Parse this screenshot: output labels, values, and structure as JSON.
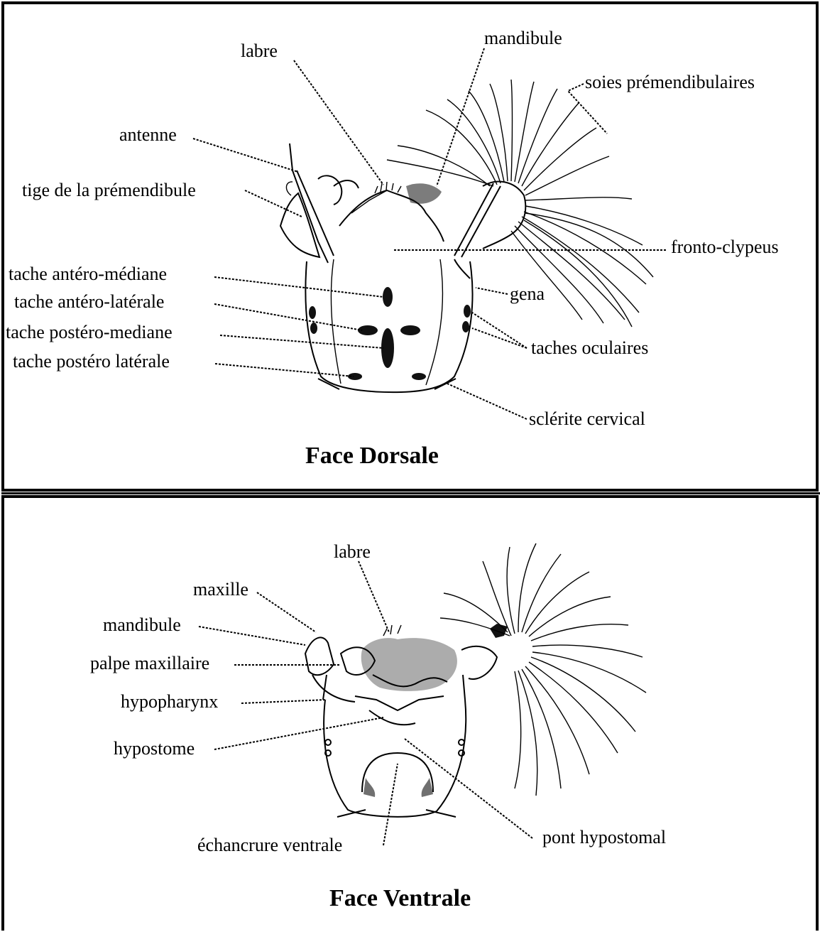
{
  "dorsal": {
    "title": "Face Dorsale",
    "labels": {
      "labre": "labre",
      "mandibule": "mandibule",
      "soies_premandibulaires": "soies prémendibulaires",
      "antenne": "antenne",
      "tige_premandibule": "tige de la prémendibule",
      "fronto_clypeus": "fronto-clypeus",
      "tache_antero_mediane": "tache antéro-médiane",
      "tache_antero_laterale": "tache antéro-latérale",
      "gena": "gena",
      "tache_postero_mediane": "tache postéro-mediane",
      "taches_oculaires": "taches oculaires",
      "tache_postero_laterale": "tache postéro latérale",
      "sclerite_cervical": "sclérite cervical"
    }
  },
  "ventral": {
    "title": "Face Ventrale",
    "labels": {
      "labre": "labre",
      "maxille": "maxille",
      "mandibule": "mandibule",
      "palpe_maxillaire": "palpe maxillaire",
      "hypopharynx": "hypopharynx",
      "hypostome": "hypostome",
      "echancrure_ventrale": "échancrure ventrale",
      "pont_hypostomal": "pont hypostomal"
    }
  }
}
